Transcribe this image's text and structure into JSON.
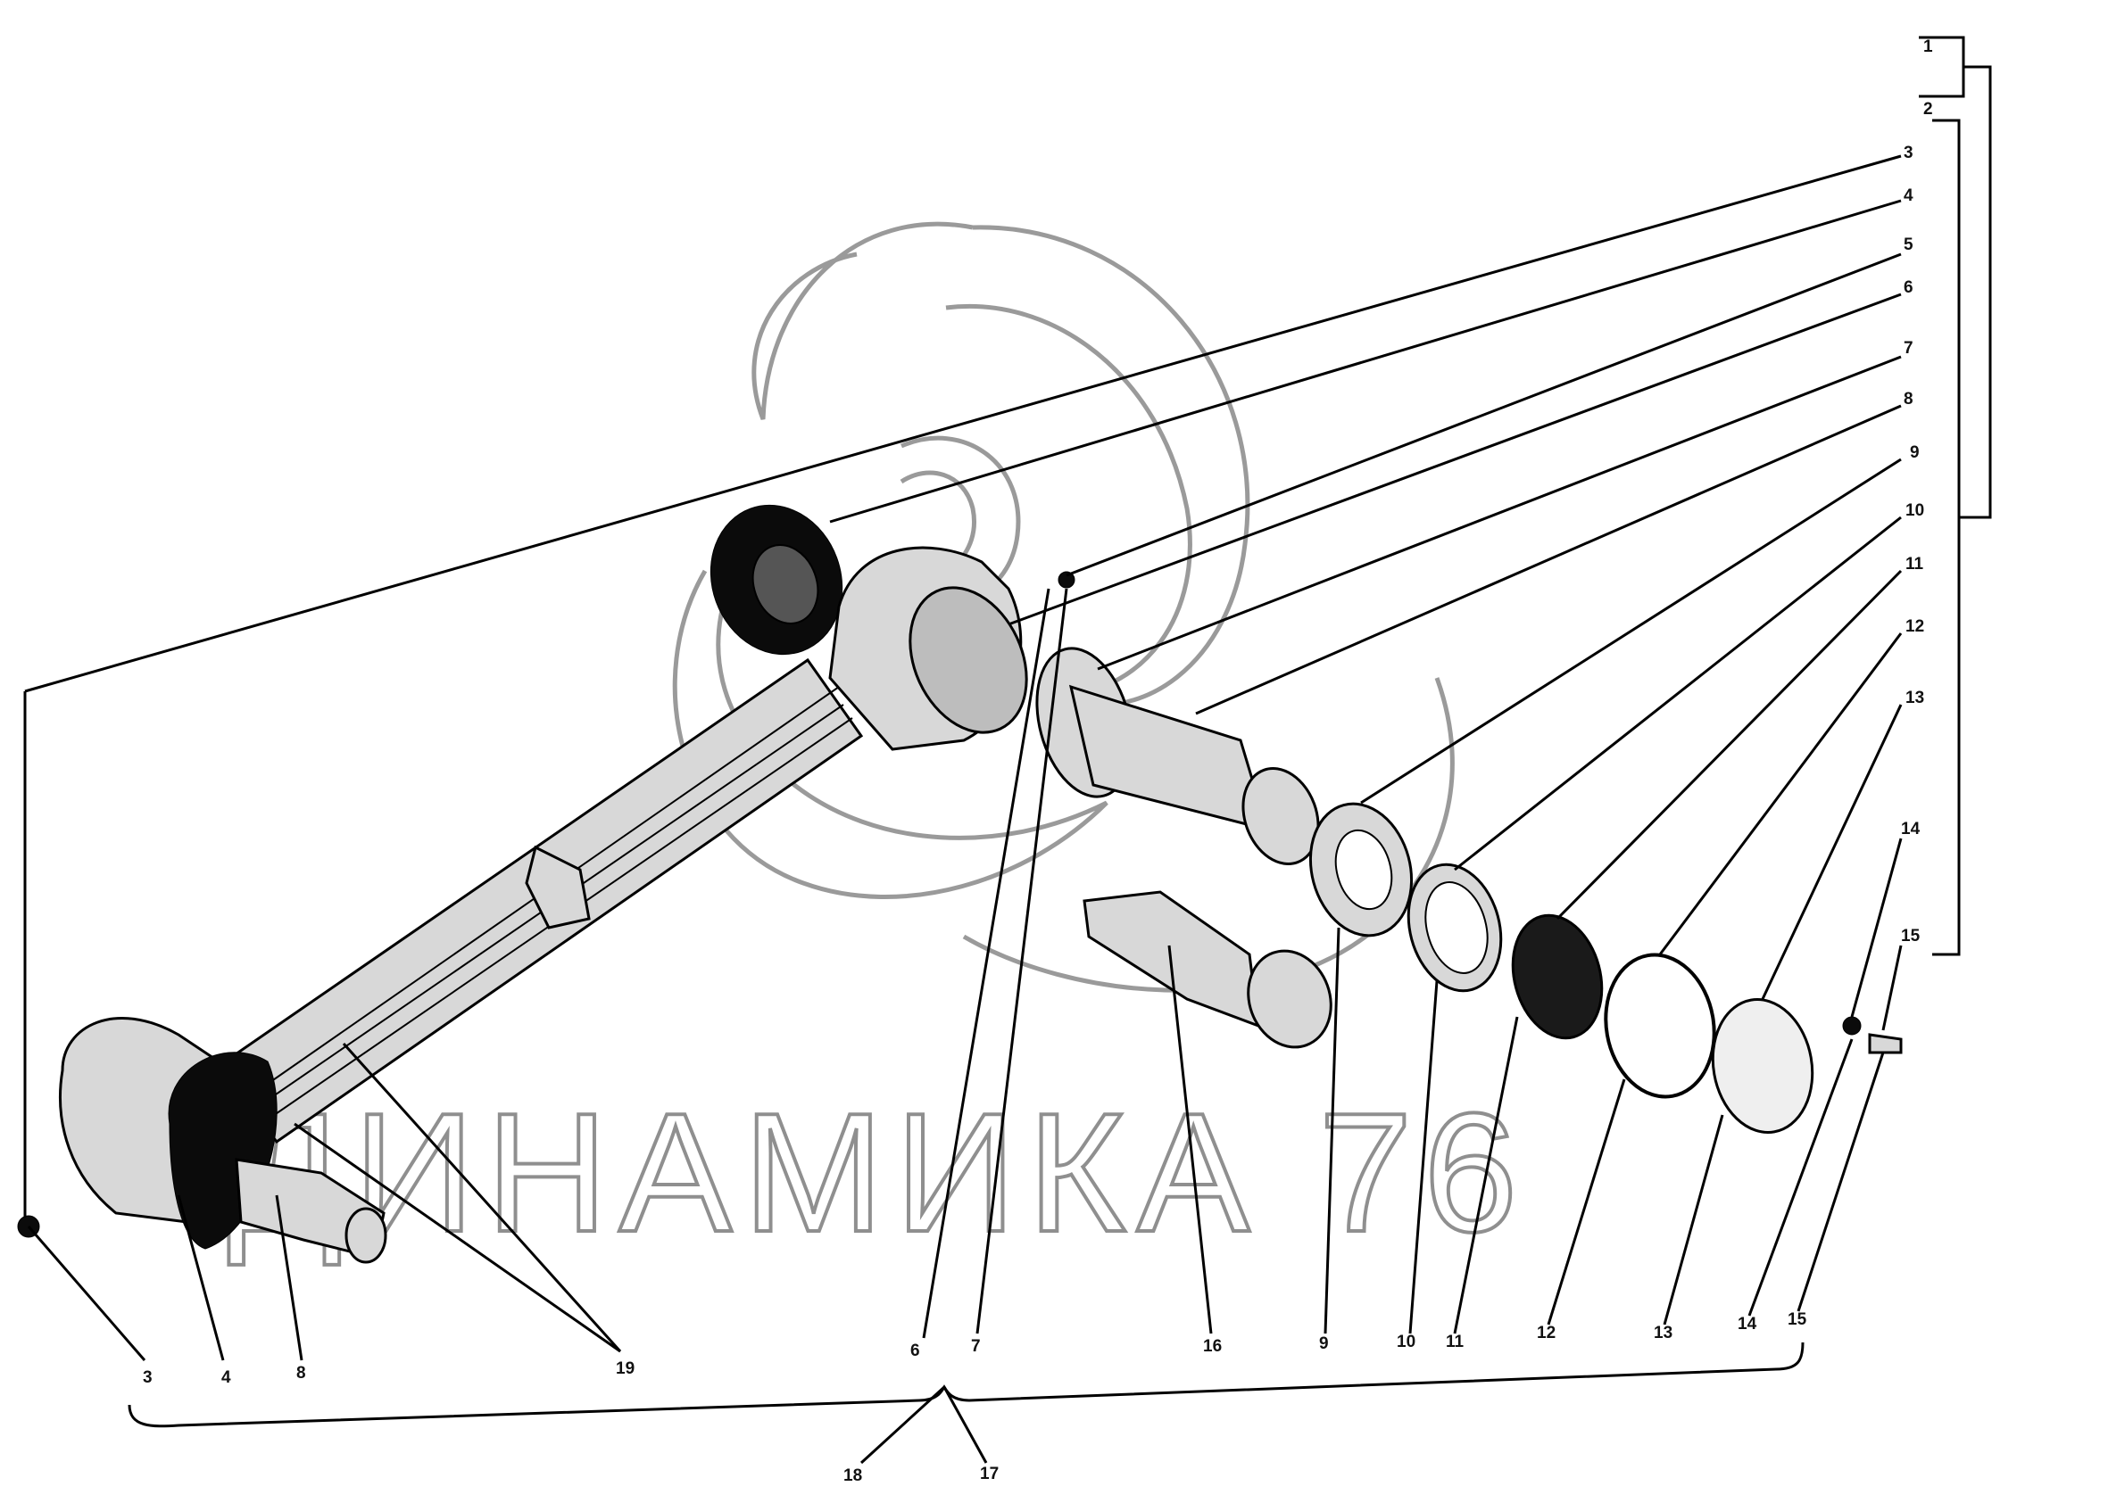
{
  "watermark": {
    "text": "ДИНАМИКА 76"
  },
  "callouts": {
    "right": [
      "1",
      "2",
      "3",
      "4",
      "5",
      "6",
      "7",
      "8",
      "9",
      "10",
      "11",
      "12",
      "13",
      "14",
      "15"
    ],
    "bottom": [
      "3",
      "4",
      "8",
      "19",
      "6",
      "7",
      "16",
      "9",
      "10",
      "11",
      "12",
      "13",
      "14",
      "15"
    ],
    "assembly": [
      "18",
      "17"
    ]
  },
  "icons": {
    "watermark_logo": "dinamika-swirl-logo"
  }
}
